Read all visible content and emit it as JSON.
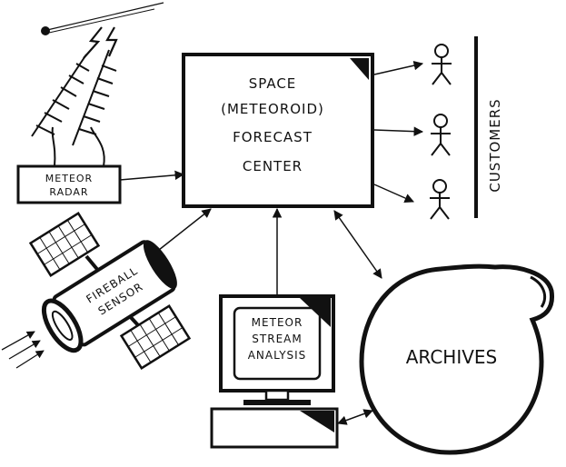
{
  "center": {
    "lines": [
      "SPACE",
      "(METEOROID)",
      "FORECAST",
      "CENTER"
    ]
  },
  "radar": {
    "lines": [
      "METEOR",
      "RADAR"
    ]
  },
  "sensor": {
    "lines": [
      "FIREBALL",
      "SENSOR"
    ]
  },
  "analysis": {
    "lines": [
      "METEOR",
      "STREAM",
      "ANALYSIS"
    ]
  },
  "archives": {
    "label": "ARCHIVES"
  },
  "customers": {
    "label": "CUSTOMERS"
  },
  "colors": {
    "ink": "#111111",
    "paper": "#ffffff"
  }
}
